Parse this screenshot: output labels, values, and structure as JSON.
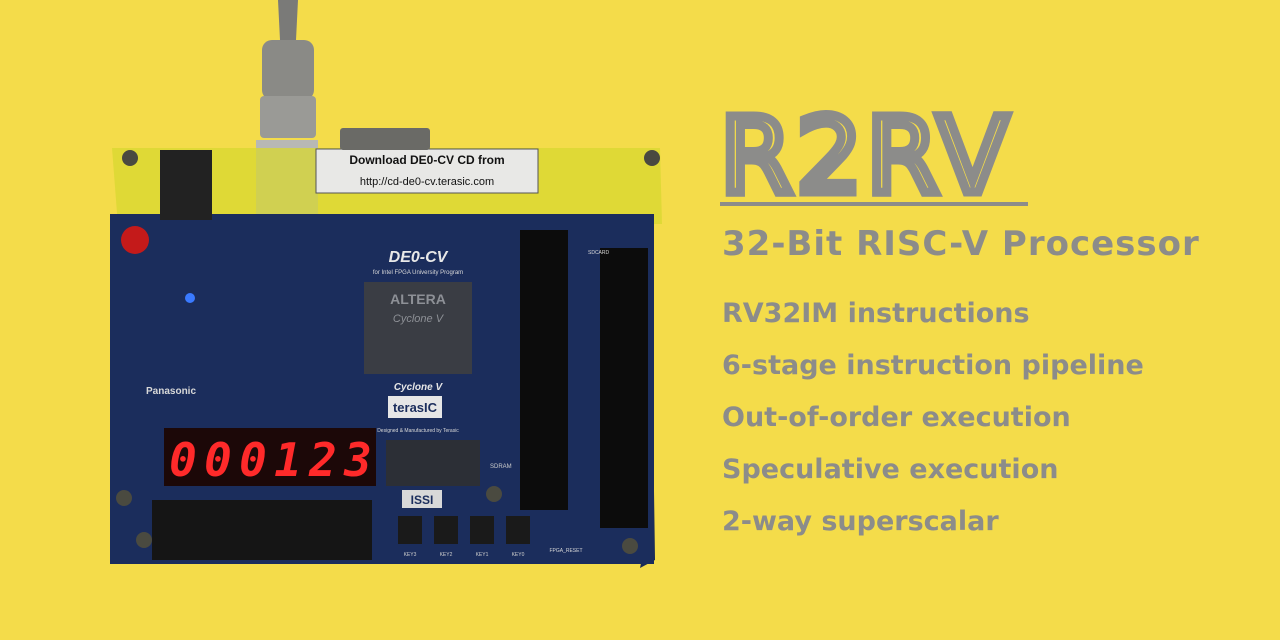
{
  "colors": {
    "background": "#f4dc4a",
    "text": "#8c8c8a",
    "board": "#1a2a55",
    "segment_red": "#ff2a2a"
  },
  "brand": {
    "logo_text": "R2RV",
    "subtitle": "32-Bit RISC-V Processor"
  },
  "features": [
    "RV32IM instructions",
    "6-stage instruction pipeline",
    "Out-of-order execution",
    "Speculative execution",
    "2-way superscalar"
  ],
  "board": {
    "label_line1": "Download DE0-CV CD from",
    "label_line2": "http://cd-de0-cv.terasic.com",
    "board_name": "DE0-CV",
    "board_subtitle": "for Intel FPGA University Program",
    "chip_brand": "ALTERA",
    "chip_family": "Cyclone V",
    "cyclone_badge": "Cyclone V",
    "vendor": "terasIC",
    "vendor_tagline": "Designed & Manufactured by Terasic",
    "memory_brand": "ISSI",
    "cap_brand": "Panasonic",
    "sdram_label": "SDRAM",
    "sdcard_label": "SDCARD",
    "reset_label": "FPGA_RESET",
    "seven_segment_digits": [
      "0",
      "0",
      "0",
      "1",
      "2",
      "3"
    ],
    "key_labels": [
      "KEY3",
      "KEY2",
      "KEY1",
      "KEY0"
    ]
  }
}
